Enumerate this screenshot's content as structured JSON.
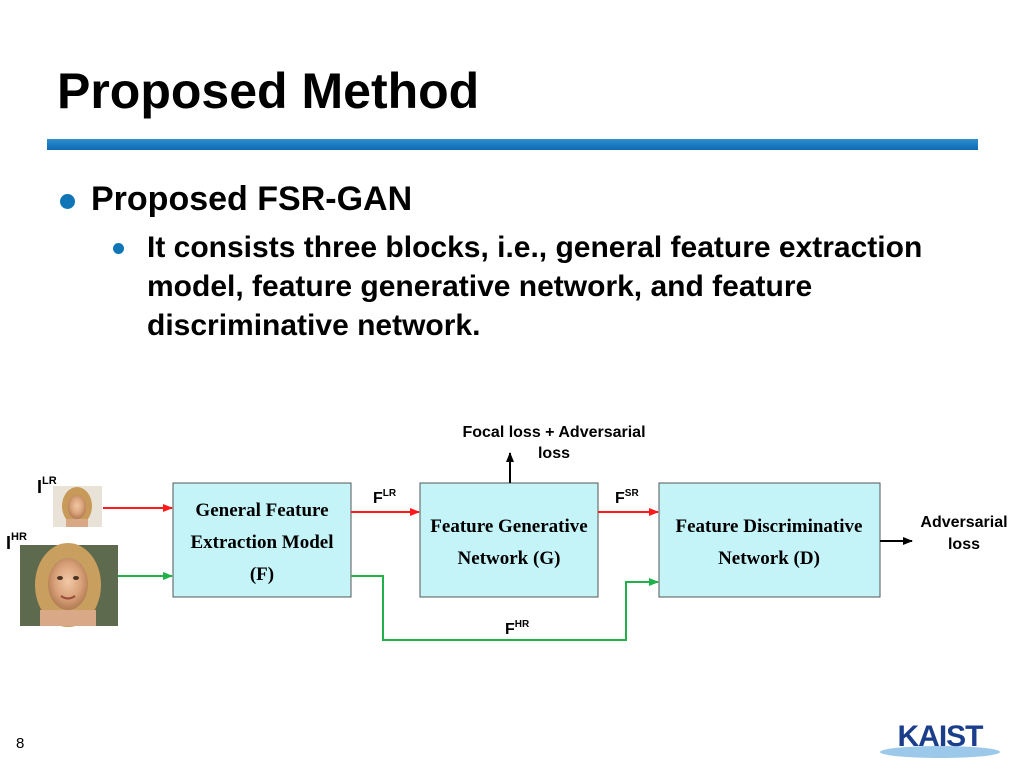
{
  "slide": {
    "title": "Proposed Method",
    "bullet_level1": "Proposed FSR-GAN",
    "bullet_level2": "It consists three blocks, i.e., general feature extraction model, feature generative network, and feature discriminative network.",
    "page_number": "8"
  },
  "diagram": {
    "inputs": {
      "lr_label": "I",
      "lr_sup": "LR",
      "hr_label": "I",
      "hr_sup": "HR"
    },
    "blocks": {
      "extraction": {
        "line1": "General Feature",
        "line2": "Extraction Model",
        "line3": "(F)"
      },
      "generative": {
        "line1": "Feature Generative",
        "line2": "Network (G)"
      },
      "discriminative": {
        "line1": "Feature Discriminative",
        "line2": "Network (D)"
      }
    },
    "edges": {
      "f_lr": "F",
      "f_lr_sup": "LR",
      "f_sr": "F",
      "f_sr_sup": "SR",
      "f_hr": "F",
      "f_hr_sup": "HR"
    },
    "loss_top_line1": "Focal loss + Adversarial",
    "loss_top_line2": "loss",
    "loss_right_line1": "Adversarial",
    "loss_right_line2": "loss",
    "colors": {
      "block_fill": "#c4f3f8",
      "lr_path": "#ff1a1a",
      "hr_path": "#22b04b",
      "accent": "#0f75b6"
    }
  },
  "logo": {
    "text": "KAIST"
  }
}
